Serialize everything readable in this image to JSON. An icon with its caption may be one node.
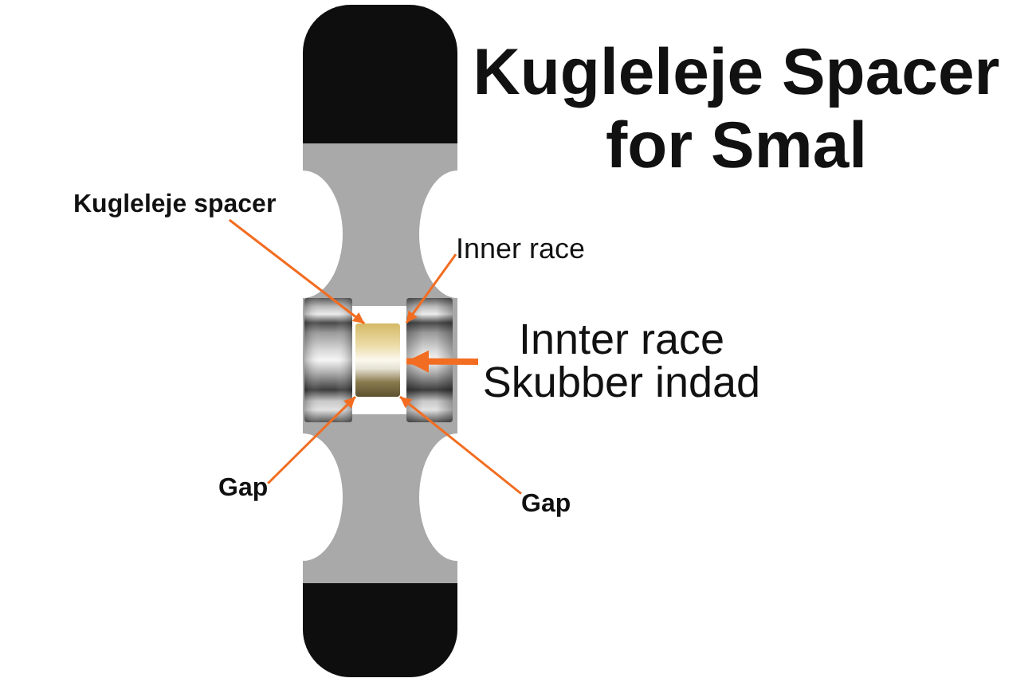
{
  "diagram": {
    "title": "Kugleleje Spacer for Smal",
    "nodes": [
      {
        "text": [
          "Kugleleje spacer"
        ]
      },
      {
        "text": [],
        "shape": "box"
      },
      {
        "text": [
          "Inner race"
        ]
      },
      {
        "text": [],
        "shape": "box"
      },
      {
        "text": [
          "Innter race Skubber indad"
        ]
      },
      {
        "text": [
          "Gap"
        ]
      },
      {
        "text": [
          "Gap"
        ]
      }
    ],
    "edges": [
      {
        "from": 0,
        "to": 1,
        "arrow": "to"
      },
      {
        "from": 2,
        "to": 3,
        "arrow": "to"
      },
      {
        "from": 4,
        "to": 3,
        "arrow": "to",
        "style": "thick"
      },
      {
        "from": 5,
        "to": 1,
        "arrow": "to"
      },
      {
        "from": 6,
        "to": 1,
        "arrow": "to"
      }
    ]
  }
}
